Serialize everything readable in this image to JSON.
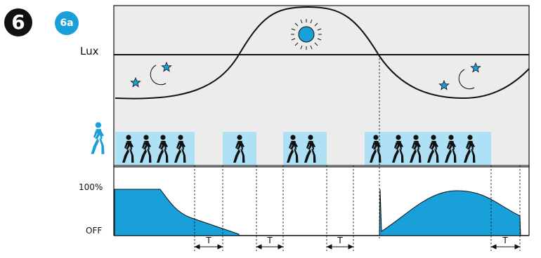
{
  "figure_badge": "6",
  "sub_badge": "6a",
  "labels": {
    "lux": "Lux",
    "level_max": "100%",
    "level_min": "OFF"
  },
  "timer_label": "T",
  "timer_count": 4,
  "person_icon": "walking-person-icon",
  "colors": {
    "accent": "#19a0d9",
    "occupancy_band": "#aee0f6",
    "panel_bg": "#ececec",
    "ink": "#111111"
  }
}
